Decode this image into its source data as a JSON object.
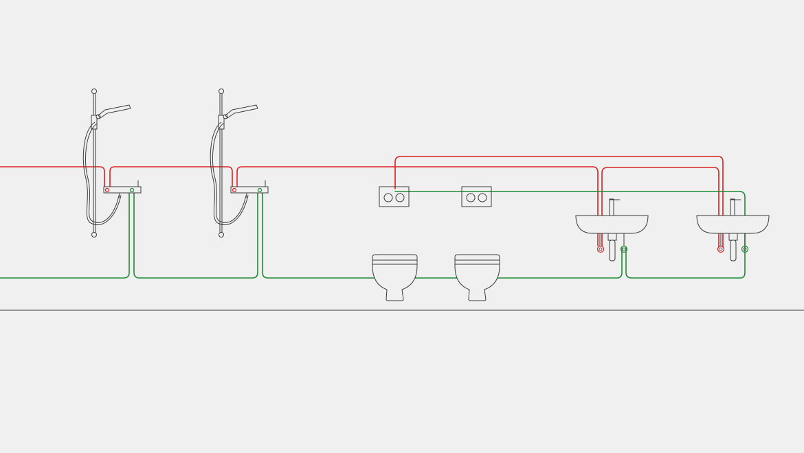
{
  "diagram": {
    "background": "#f0f0f0",
    "line_color": "#3a3a3a",
    "hot_water_color": "#d9201f",
    "cold_water_color": "#1e8a34",
    "fixtures": {
      "showers": 2,
      "flush_plates": 2,
      "wall_toilets": 2,
      "washbasins": 2
    }
  }
}
